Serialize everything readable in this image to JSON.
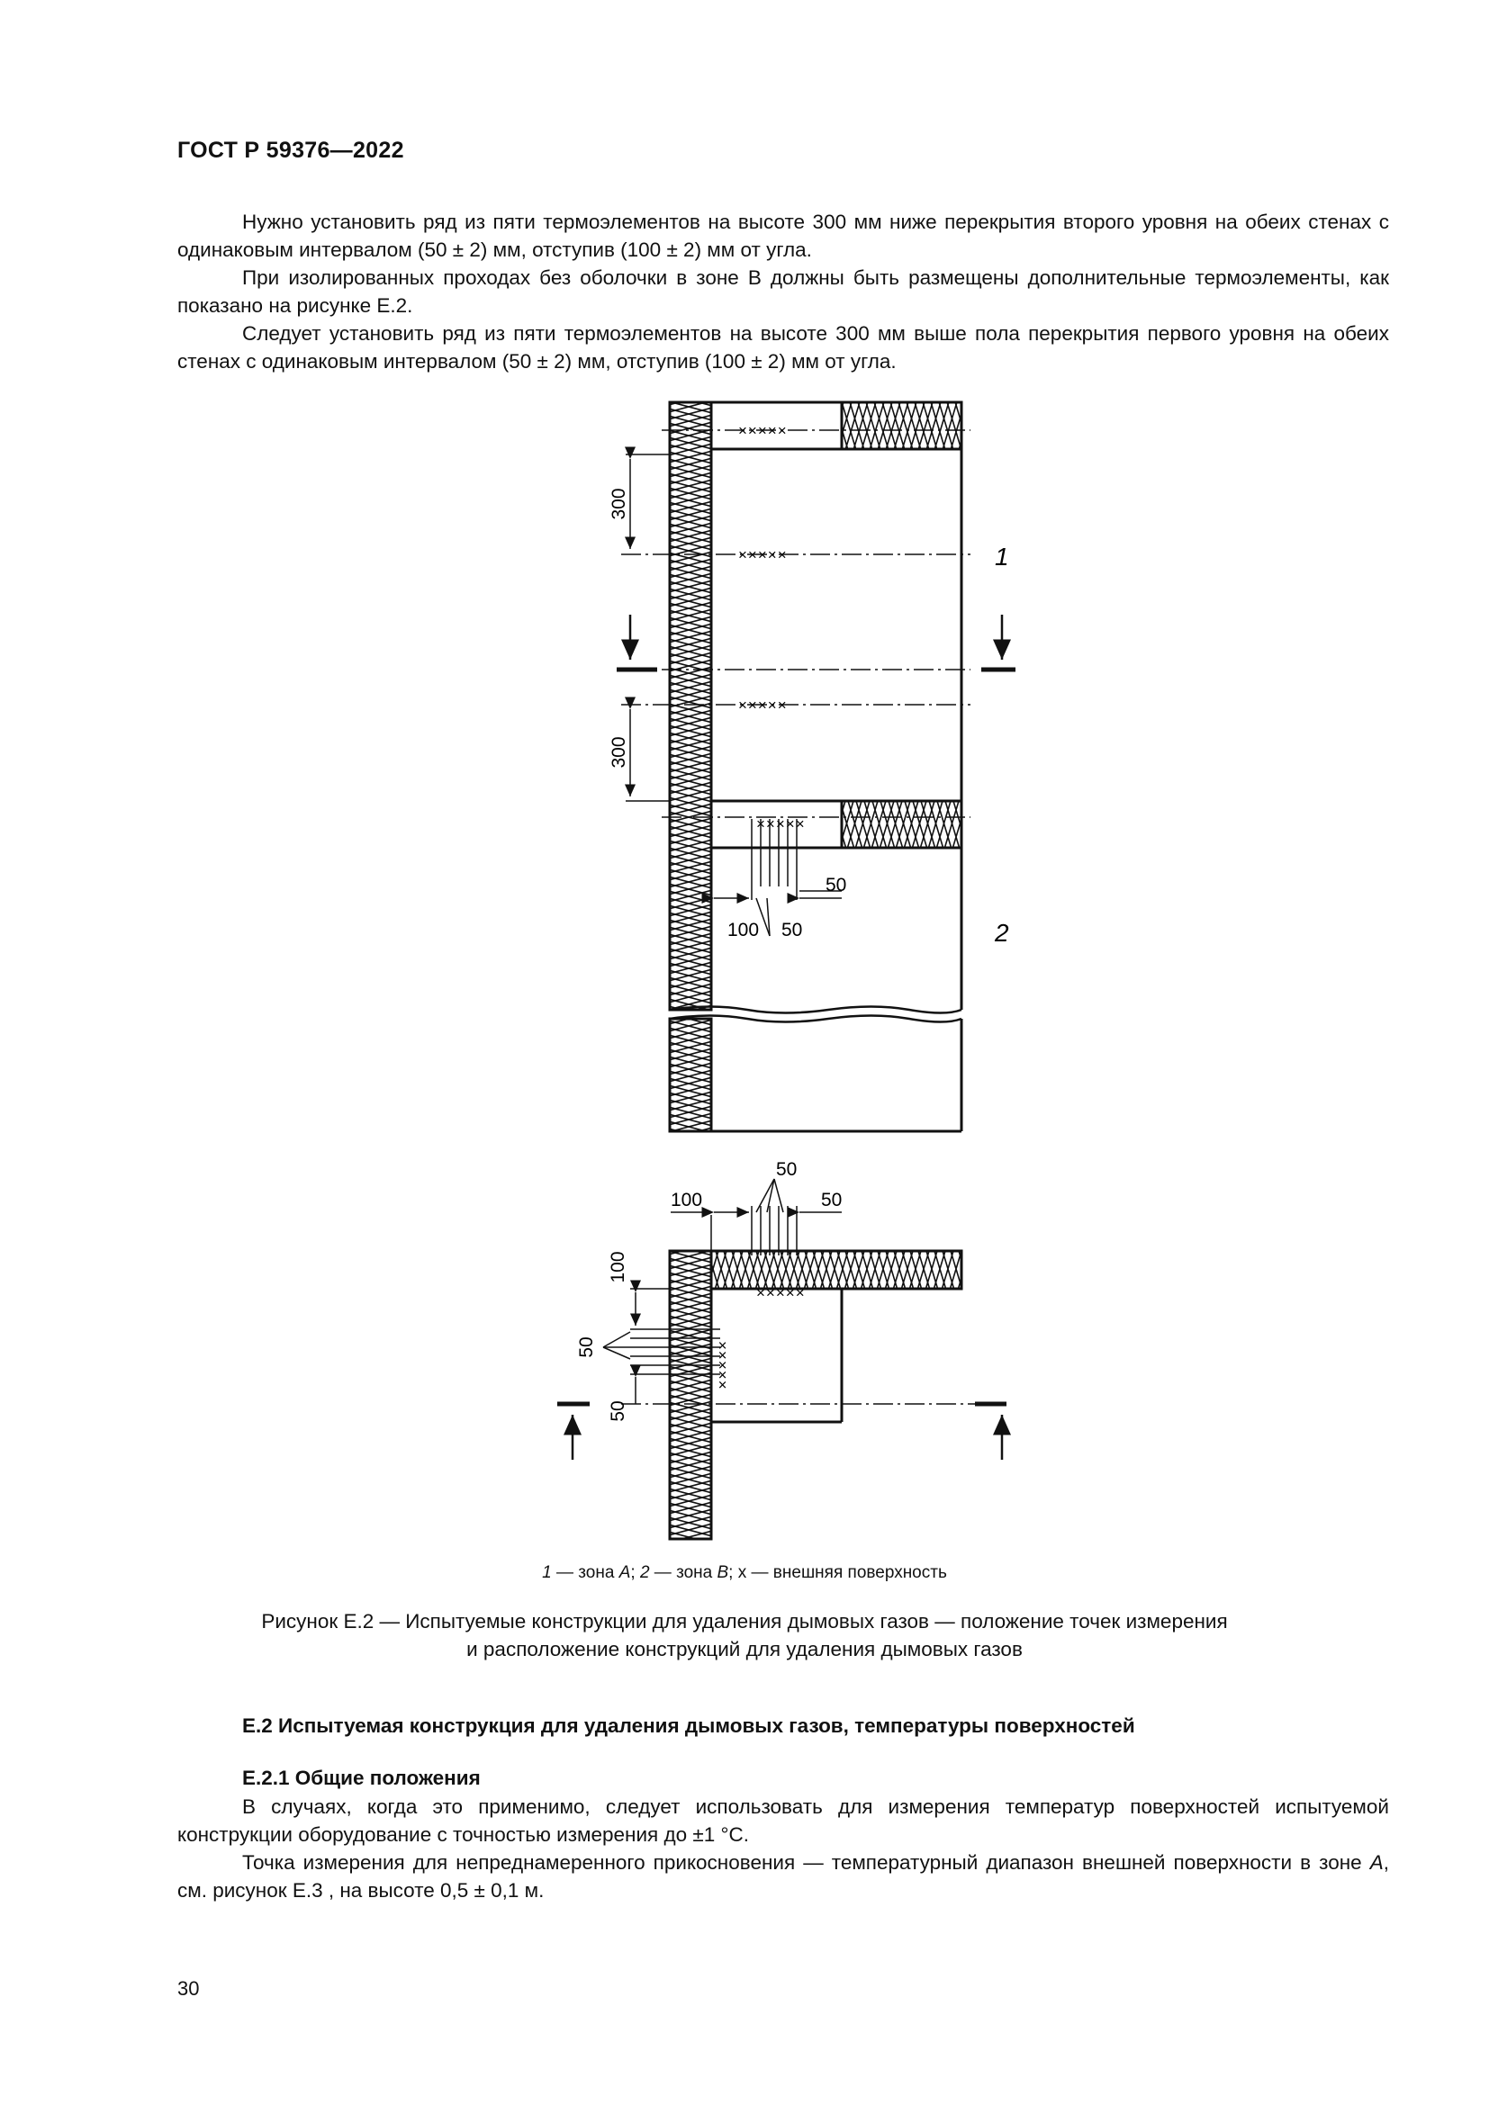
{
  "header": {
    "doc_code": "ГОСТ Р 59376—2022"
  },
  "body": {
    "p1": "Нужно установить ряд из пяти термоэлементов на высоте 300 мм ниже перекрытия второго уровня на обеих стенах с одинаковым интервалом (50 ± 2) мм, отступив (100 ± 2) мм от угла.",
    "p2": "При изолированных проходах без оболочки в зоне В должны быть размещены дополнительные термоэлементы, как показано на рисунке Е.2.",
    "p3": "Следует установить ряд из пяти термоэлементов на высоте 300 мм выше пола перекрытия первого уровня на обеих стенах с одинаковым интервалом (50 ± 2) мм, отступив (100 ± 2) мм от угла."
  },
  "figure": {
    "labels": {
      "dim_300_upper": "300",
      "dim_300_lower": "300",
      "zone_1": "1",
      "zone_2": "2",
      "dim_100": "100",
      "dim_50_a": "50",
      "dim_50_b": "50",
      "plan_50_top": "50",
      "plan_100_left": "100",
      "plan_50_right": "50",
      "plan_100_vertical": "100",
      "plan_50_vertical_a": "50",
      "plan_50_vertical_b": "50",
      "markers": "×××××"
    },
    "legend": {
      "n1": "1",
      "t1": " — зона ",
      "z1": "A",
      "s1": "; ",
      "n2": "2",
      "t2": " — зона ",
      "z2": "B",
      "t3": "; х — внешняя поверхность"
    },
    "caption_line1": "Рисунок Е.2 — Испытуемые конструкции для удаления дымовых газов — положение точек измерения",
    "caption_line2": "и расположение конструкций для удаления дымовых газов"
  },
  "section": {
    "heading": "Е.2 Испытуемая конструкция для удаления дымовых газов, температуры поверхностей",
    "sub_heading": "Е.2.1 Общие положения",
    "p4": "В случаях, когда это применимо, следует использовать для измерения температур поверхностей испытуемой конструкции оборудование с точностью измерения до ±1 °C.",
    "p5_a": "Точка измерения для непреднамеренного прикосновения — температурный диапазон внешней поверхности в зоне ",
    "p5_zone": "A",
    "p5_b": ", см. рисунок Е.3 , на высоте 0,5 ± 0,1 м."
  },
  "page_number": "30"
}
